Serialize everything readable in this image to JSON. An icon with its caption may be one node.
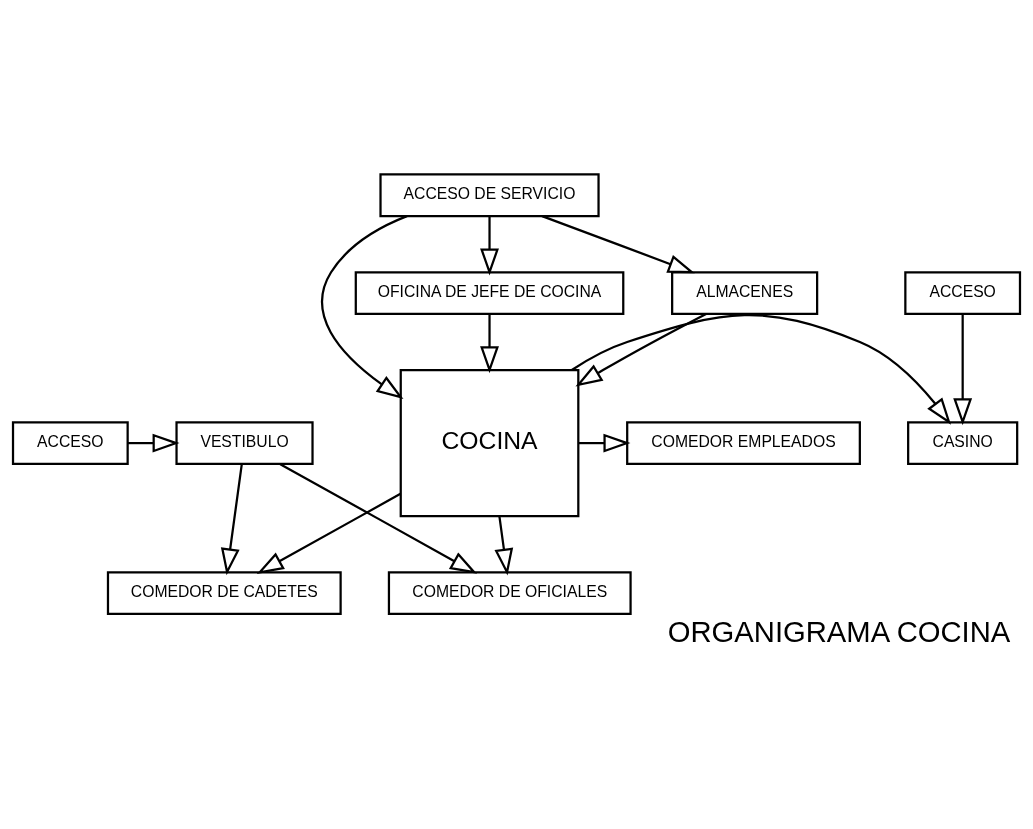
{
  "diagram": {
    "caption": "ORGANIGRAMA COCINA",
    "nodes": [
      {
        "text": [
          "ACCESO DE SERVICIO"
        ]
      },
      {
        "text": [
          "ACCESO"
        ]
      },
      {
        "text": [
          "OFICINA DE JEFE DE COCINA"
        ]
      },
      {
        "text": [
          "ALMACENES"
        ]
      },
      {
        "text": [
          "CASINO"
        ]
      },
      {
        "text": [
          "COCINA"
        ]
      },
      {
        "text": [
          "COMEDOR EMPLEADOS"
        ]
      },
      {
        "text": [
          "COMEDOR DE CADETES"
        ]
      },
      {
        "text": [
          "COMEDOR DE OFICIALES"
        ]
      },
      {
        "text": [
          "ACCESO"
        ]
      },
      {
        "text": [
          "VESTIBULO"
        ]
      }
    ],
    "edges": [
      {
        "from": 0,
        "to": 2,
        "arrow": "to"
      },
      {
        "from": 0,
        "to": 5,
        "arrow": "to"
      },
      {
        "from": 0,
        "to": 3,
        "arrow": "to"
      },
      {
        "from": 1,
        "to": 4,
        "arrow": "to"
      },
      {
        "from": 2,
        "to": 5,
        "arrow": "to"
      },
      {
        "from": 3,
        "to": 5,
        "arrow": "to"
      },
      {
        "from": 5,
        "to": 4,
        "arrow": "to"
      },
      {
        "from": 5,
        "to": 6,
        "arrow": "to"
      },
      {
        "from": 5,
        "to": 7,
        "arrow": "to"
      },
      {
        "from": 5,
        "to": 8,
        "arrow": "to"
      },
      {
        "from": 10,
        "to": 7,
        "arrow": "to"
      },
      {
        "from": 10,
        "to": 8,
        "arrow": "to"
      },
      {
        "from": 9,
        "to": 10,
        "arrow": "to"
      }
    ]
  }
}
